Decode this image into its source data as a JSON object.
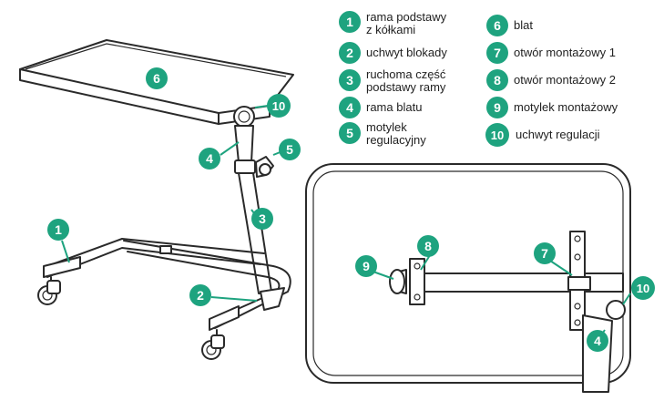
{
  "colors": {
    "accent": "#1ea37f",
    "line": "#2a2a2a"
  },
  "legend": [
    {
      "num": "1",
      "lines": [
        "rama podstawy",
        "z kółkami"
      ]
    },
    {
      "num": "2",
      "lines": [
        "uchwyt blokady"
      ]
    },
    {
      "num": "3",
      "lines": [
        "ruchoma część",
        "podstawy ramy"
      ]
    },
    {
      "num": "4",
      "lines": [
        "rama blatu"
      ]
    },
    {
      "num": "5",
      "lines": [
        "motylek",
        "regulacyjny"
      ]
    },
    {
      "num": "6",
      "lines": [
        "blat"
      ]
    },
    {
      "num": "7",
      "lines": [
        "otwór montażowy 1"
      ]
    },
    {
      "num": "8",
      "lines": [
        "otwór montażowy 2"
      ]
    },
    {
      "num": "9",
      "lines": [
        "motylek montażowy"
      ]
    },
    {
      "num": "10",
      "lines": [
        "uchwyt regulacji"
      ]
    }
  ],
  "callouts_left": [
    "6",
    "10",
    "4",
    "5",
    "3",
    "1",
    "2"
  ],
  "callouts_right": [
    "9",
    "8",
    "7",
    "10",
    "4"
  ]
}
